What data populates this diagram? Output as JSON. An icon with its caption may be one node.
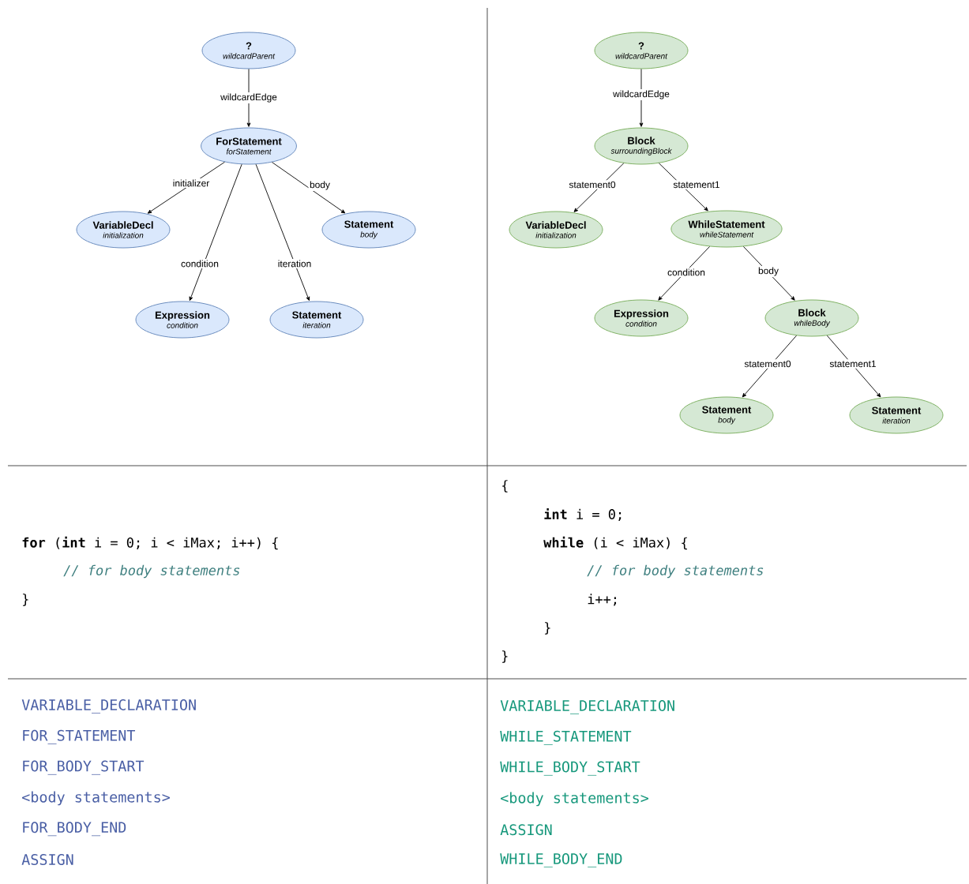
{
  "diagram": {
    "nodes": [
      {
        "text": [
          "?",
          "wildcardParent"
        ]
      },
      {
        "text": [
          "ForStatement",
          "forStatement"
        ]
      },
      {
        "text": [
          "VariableDecl",
          "initialization"
        ]
      },
      {
        "text": [
          "Statement",
          "body"
        ]
      },
      {
        "text": [
          "Expression",
          "condition"
        ]
      },
      {
        "text": [
          "Statement",
          "iteration"
        ]
      },
      {
        "text": [
          "?",
          "wildcardParent"
        ]
      },
      {
        "text": [
          "Block",
          "surroundingBlock"
        ]
      },
      {
        "text": [
          "VariableDecl",
          "initialization"
        ]
      },
      {
        "text": [
          "WhileStatement",
          "whileStatement"
        ]
      },
      {
        "text": [
          "Expression",
          "condition"
        ]
      },
      {
        "text": [
          "Block",
          "whileBody"
        ]
      },
      {
        "text": [
          "Statement",
          "body"
        ]
      },
      {
        "text": [
          "Statement",
          "iteration"
        ]
      }
    ],
    "edges": [
      {
        "from": 0,
        "to": 1,
        "arrow": "to",
        "label": "wildcardEdge"
      },
      {
        "from": 1,
        "to": 2,
        "arrow": "to",
        "label": "initializer"
      },
      {
        "from": 1,
        "to": 3,
        "arrow": "to",
        "label": "body"
      },
      {
        "from": 1,
        "to": 4,
        "arrow": "to",
        "label": "condition"
      },
      {
        "from": 1,
        "to": 5,
        "arrow": "to",
        "label": "iteration"
      },
      {
        "from": 6,
        "to": 7,
        "arrow": "to",
        "label": "wildcardEdge"
      },
      {
        "from": 7,
        "to": 8,
        "arrow": "to",
        "label": "statement0"
      },
      {
        "from": 7,
        "to": 9,
        "arrow": "to",
        "label": "statement1"
      },
      {
        "from": 9,
        "to": 10,
        "arrow": "to",
        "label": "condition"
      },
      {
        "from": 9,
        "to": 11,
        "arrow": "to",
        "label": "body"
      },
      {
        "from": 11,
        "to": 12,
        "arrow": "to",
        "label": "statement0"
      },
      {
        "from": 11,
        "to": 13,
        "arrow": "to",
        "label": "statement1"
      }
    ],
    "labels": [
      "**for** (**int** i = 0; i < iMax; i++) {",
      "// for body statements",
      "}",
      "{",
      "**int** i = 0;",
      "**while** (i < iMax) {",
      "// for body statements",
      "i++;",
      "}",
      "}",
      "VARIABLE_DECLARATION",
      "FOR_STATEMENT",
      "FOR_BODY_START",
      "<body statements>",
      "FOR_BODY_END",
      "ASSIGN",
      "VARIABLE_DECLARATION",
      "WHILE_STATEMENT",
      "WHILE_BODY_START",
      "<body statements>",
      "ASSIGN",
      "WHILE_BODY_END"
    ]
  }
}
